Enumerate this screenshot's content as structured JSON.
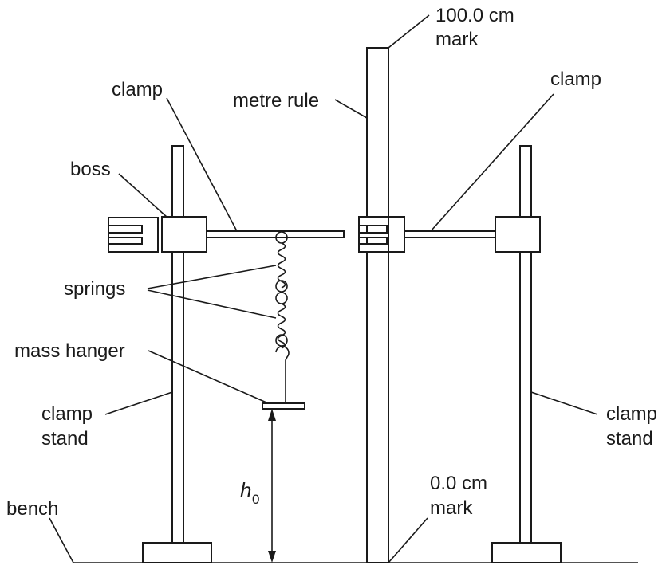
{
  "labels": {
    "mark_top_line1": "100.0 cm",
    "mark_top_line2": "mark",
    "clamp_left": "clamp",
    "metre_rule": "metre rule",
    "clamp_right": "clamp",
    "boss": "boss",
    "springs": "springs",
    "mass_hanger": "mass hanger",
    "clamp_stand_left_1": "clamp",
    "clamp_stand_left_2": "stand",
    "clamp_stand_right_1": "clamp",
    "clamp_stand_right_2": "stand",
    "height_symbol": "h",
    "height_subscript": "0",
    "bench": "bench",
    "mark_bottom_line1": "0.0 cm",
    "mark_bottom_line2": "mark"
  }
}
